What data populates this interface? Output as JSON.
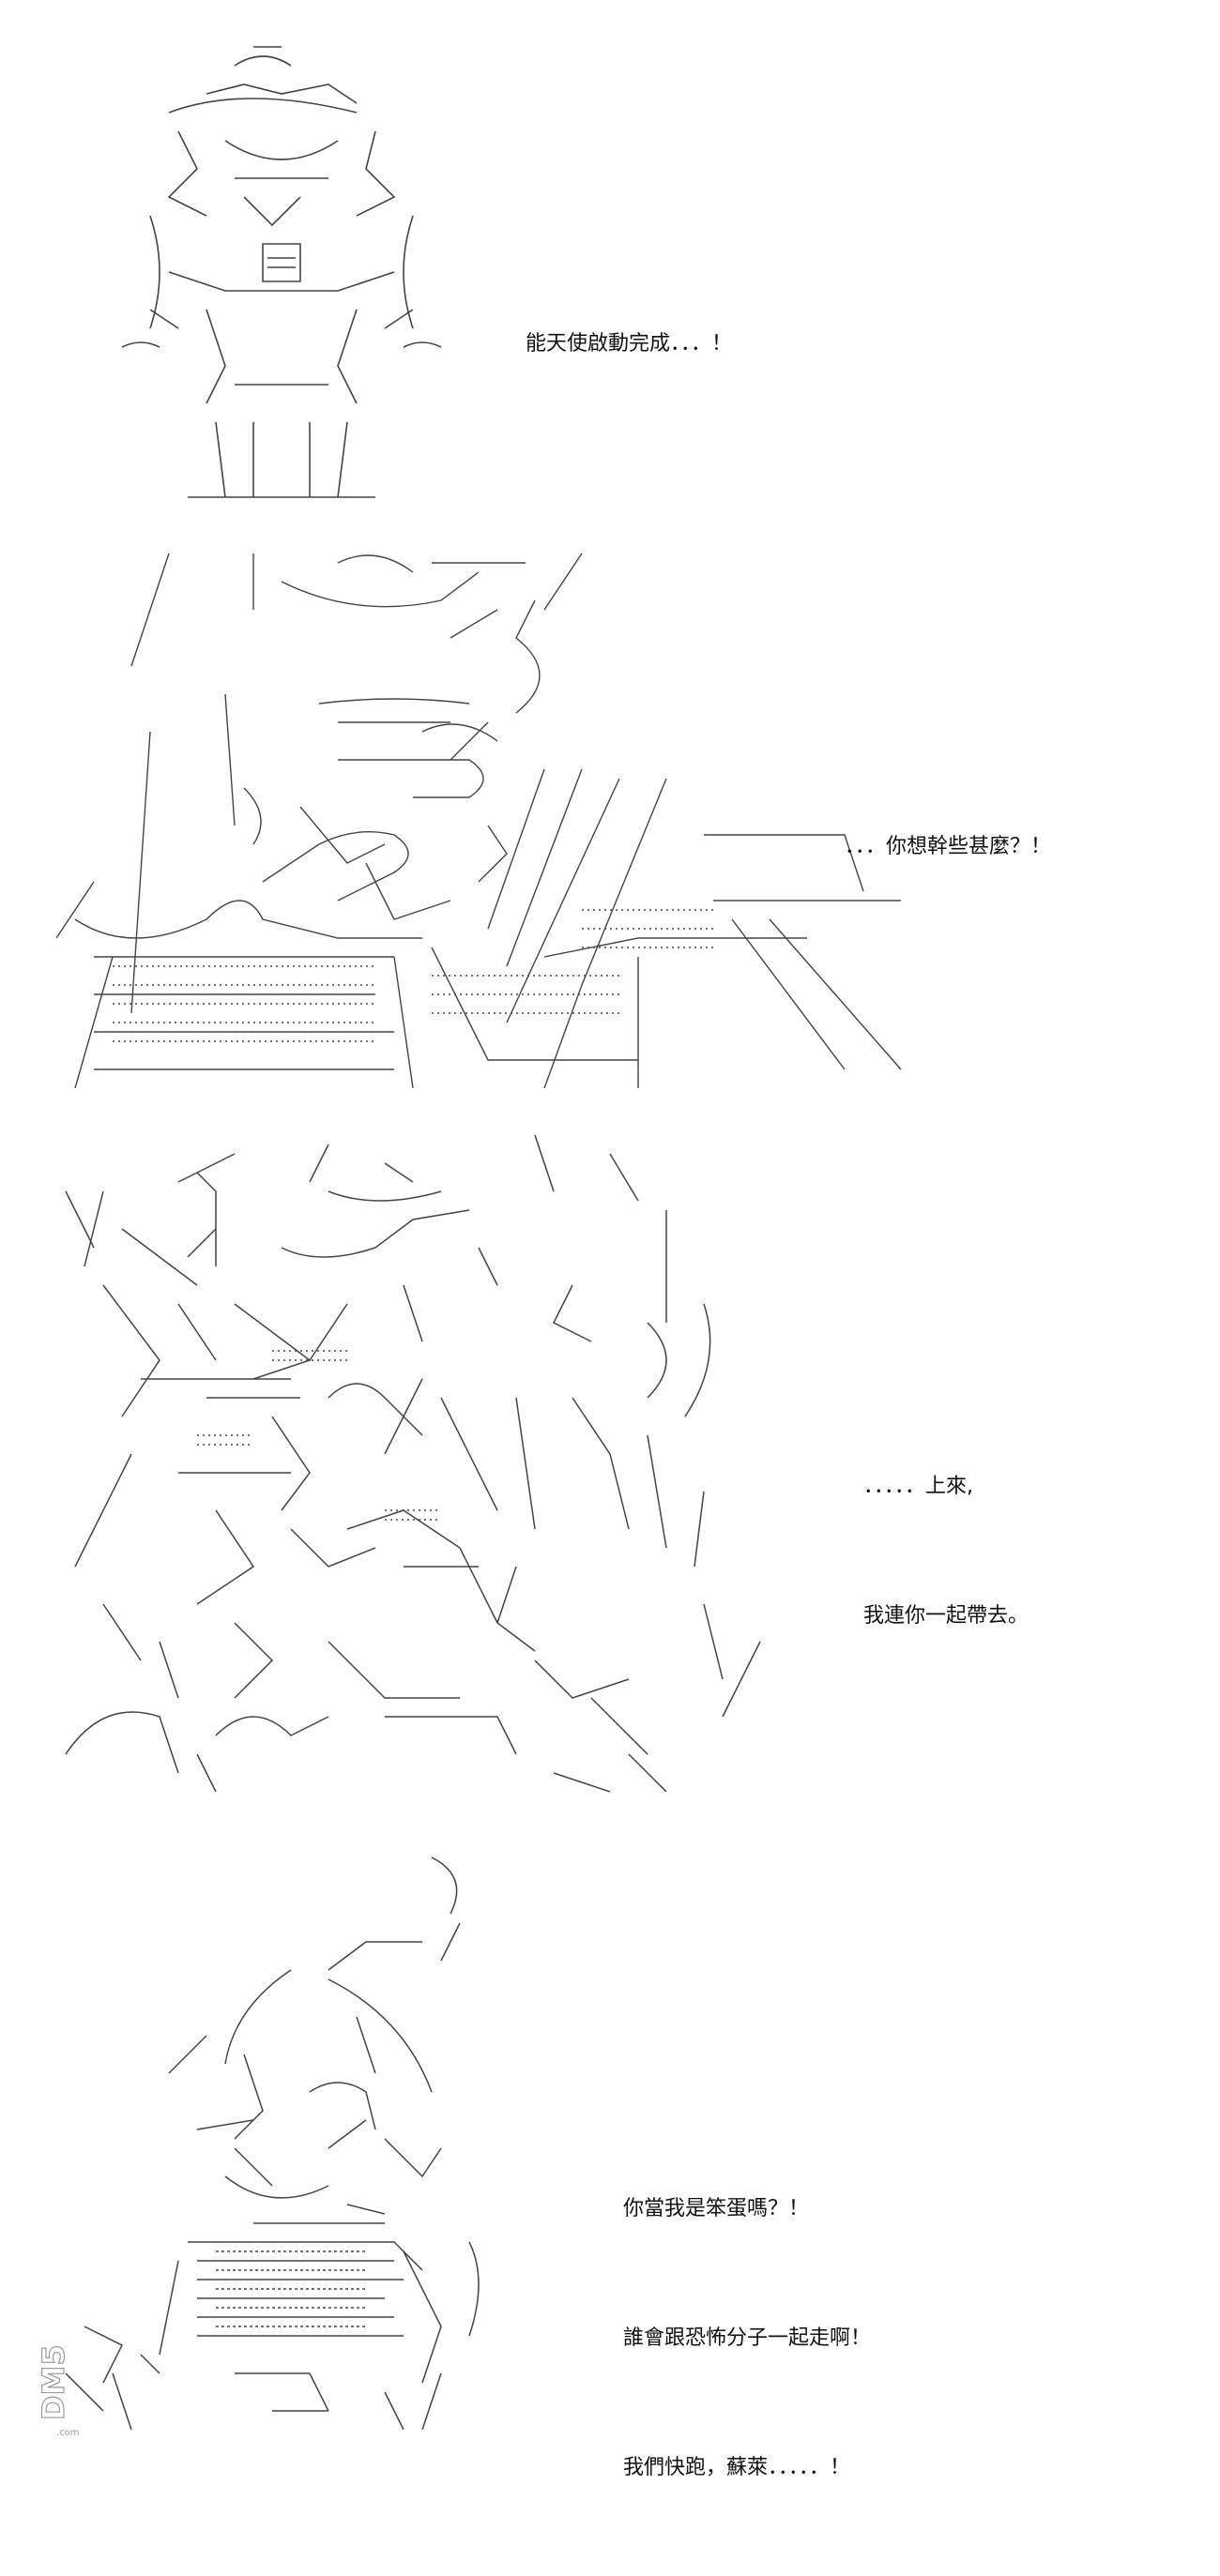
{
  "panels": [
    {
      "lines": [
        "能天使啟動完成．．．！"
      ]
    },
    {
      "lines": [
        "．．．你想幹些甚麼？！"
      ]
    },
    {
      "lines": [
        "．．．．．上來,",
        "我連你一起帶去。"
      ]
    },
    {
      "lines": [
        "你當我是笨蛋嗎？！",
        "誰會跟恐怖分子一起走啊！",
        "我們快跑，蘇萊．．．．．！"
      ]
    }
  ],
  "watermark": {
    "text": "DM5",
    "subtext": ".com"
  },
  "colors": {
    "ink": "#111111",
    "art": "#444444",
    "background": "#ffffff"
  }
}
